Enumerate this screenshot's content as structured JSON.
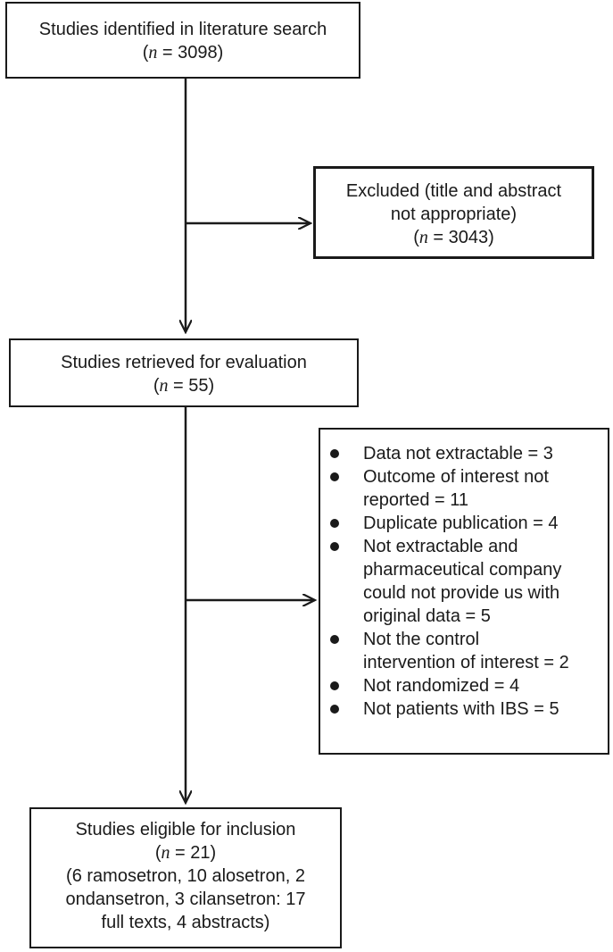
{
  "boxes": {
    "identified": {
      "line1": "Studies identified in literature search",
      "n_prefix": "(",
      "n_symbol": "n",
      "n_value": " = 3098)"
    },
    "excluded": {
      "line1": "Excluded (title and abstract",
      "line2": "not appropriate)",
      "n_prefix": "(",
      "n_symbol": "n",
      "n_value": " = 3043)"
    },
    "retrieved": {
      "line1": "Studies retrieved for evaluation",
      "n_prefix": "(",
      "n_symbol": "n",
      "n_value": " = 55)"
    },
    "exclusion_reasons": {
      "items": [
        {
          "lines": [
            "Data not extractable = 3"
          ]
        },
        {
          "lines": [
            "Outcome of interest not",
            "reported = 11"
          ]
        },
        {
          "lines": [
            "Duplicate publication = 4"
          ]
        },
        {
          "lines": [
            "Not extractable and",
            "pharmaceutical company",
            "could not provide us with",
            "original data = 5"
          ]
        },
        {
          "lines": [
            "Not the control",
            "intervention of interest = 2"
          ]
        },
        {
          "lines": [
            "Not randomized = 4"
          ]
        },
        {
          "lines": [
            "Not patients with IBS = 5"
          ]
        }
      ]
    },
    "eligible": {
      "line1": "Studies eligible for inclusion",
      "n_prefix": "(",
      "n_symbol": "n",
      "n_value": " = 21)",
      "line3": "(6 ramosetron, 10 alosetron, 2",
      "line4": "ondansetron, 3 cilansetron: 17",
      "line5": "full texts, 4 abstracts)"
    }
  }
}
